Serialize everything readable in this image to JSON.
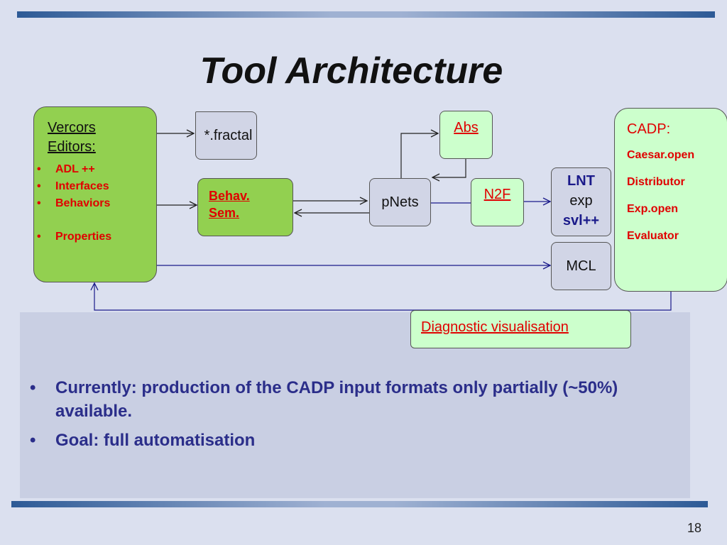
{
  "title": "Tool Architecture",
  "vercors": {
    "label_line1": "Vercors",
    "label_line2": "Editors:",
    "items": [
      "ADL ++",
      "Interfaces",
      "Behaviors",
      "Properties"
    ]
  },
  "fractal": "*.fractal",
  "behav": {
    "line1": "Behav.",
    "line2": "Sem."
  },
  "abs": "Abs",
  "pnets": "pNets",
  "n2f": "N2F",
  "lnt": {
    "line1": "LNT",
    "line2": "exp",
    "line3": "svl++"
  },
  "mcl": "MCL",
  "cadp": {
    "label": "CADP:",
    "items": [
      "Caesar.open",
      "Distributor",
      "Exp.open",
      "Evaluator"
    ]
  },
  "diagnostic": "Diagnostic visualisation",
  "bullets": [
    "Currently: production of the CADP input formats only partially (~50%) available.",
    "Goal: full automatisation"
  ],
  "page_number": "18",
  "colors": {
    "background": "#dbe0ef",
    "panel": "#c9cfe3",
    "light_green": "#ccffcc",
    "lime_green": "#92d050",
    "grey_box": "#d1d5e6",
    "red_text": "#e00000",
    "bullet_text": "#2b2e8a",
    "connector_blue": "#1a1a8a"
  }
}
